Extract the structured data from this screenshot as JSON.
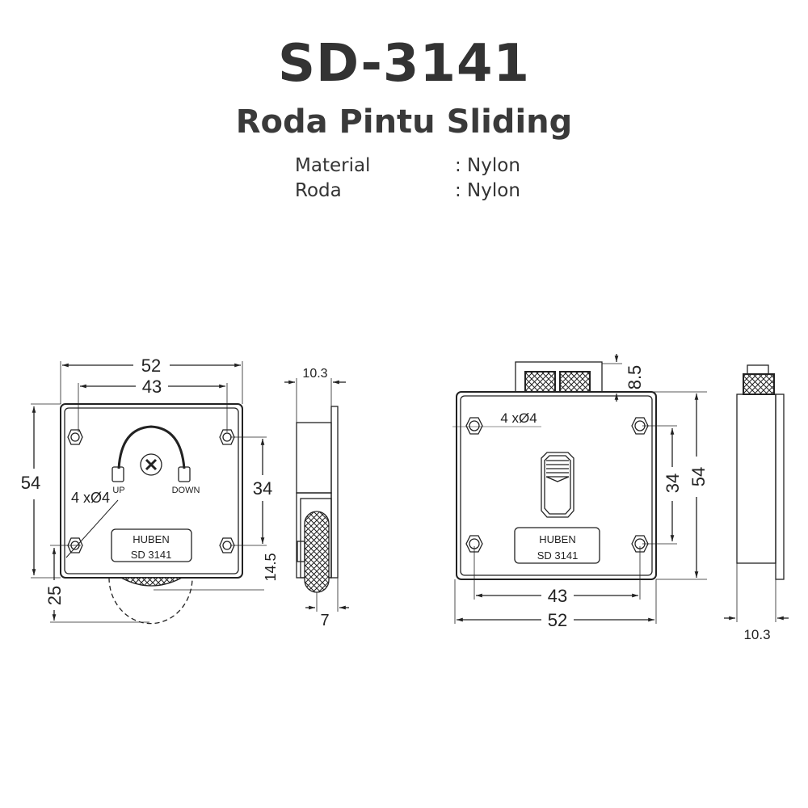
{
  "header": {
    "model": "SD-3141",
    "product_name": "Roda Pintu Sliding"
  },
  "specs": [
    {
      "label": "Material",
      "value": ": Nylon"
    },
    {
      "label": "Roda",
      "value": ": Nylon"
    }
  ],
  "drawing": {
    "front_view": {
      "width_overall": "52",
      "hole_spacing_h": "43",
      "height_overall": "54",
      "hole_spacing_v": "34",
      "wheel_protrusion": "14.5",
      "wheel_offset": "25",
      "holes": "4 xØ4",
      "adjust_up": "UP",
      "adjust_down": "DOWN",
      "plate_brand": "HUBEN",
      "plate_model": "SD 3141"
    },
    "side_view_front": {
      "depth": "10.3",
      "wheel_width": "7"
    },
    "rear_view": {
      "top_height": "8.5",
      "holes": "4 xØ4",
      "hole_spacing_v": "34",
      "height_overall": "54",
      "hole_spacing_h": "43",
      "width_overall": "52",
      "plate_brand": "HUBEN",
      "plate_model": "SD 3141"
    },
    "side_view_rear": {
      "depth": "10.3"
    }
  }
}
